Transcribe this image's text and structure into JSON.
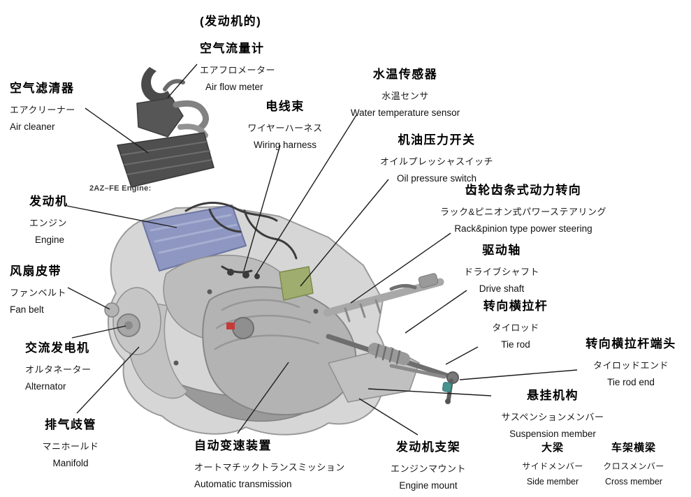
{
  "engine_caption": "2AZ–FE Engine:",
  "labels": [
    {
      "key": "air_flow_meter",
      "note": "(发动机的)",
      "zh": "空气流量计",
      "ja": "エアフロメーター",
      "en": "Air flow meter"
    },
    {
      "key": "air_cleaner",
      "zh": "空气滤清器",
      "ja": "エアクリーナー",
      "en": "Air cleaner"
    },
    {
      "key": "wiring_harness",
      "zh": "电线束",
      "ja": "ワイヤーハーネス",
      "en": "Wiring harness"
    },
    {
      "key": "water_temperature_sensor",
      "zh": "水温传感器",
      "ja": "水温センサ",
      "en": "Water temperature sensor"
    },
    {
      "key": "oil_pressure_switch",
      "zh": "机油压力开关",
      "ja": "オイルプレッシャスイッチ",
      "en": "Oil pressure switch"
    },
    {
      "key": "rack_pinion_power_steering",
      "zh": "齿轮齿条式动力转向",
      "ja": "ラック&ピニオン式パワーステアリング",
      "en": "Rack&pinion type power steering"
    },
    {
      "key": "drive_shaft",
      "zh": "驱动轴",
      "ja": "ドライブシャフト",
      "en": "Drive shaft"
    },
    {
      "key": "tie_rod",
      "zh": "转向横拉杆",
      "ja": "タイロッド",
      "en": "Tie rod"
    },
    {
      "key": "tie_rod_end",
      "zh": "转向横拉杆端头",
      "ja": "タイロッドエンド",
      "en": "Tie rod end"
    },
    {
      "key": "suspension_member",
      "zh": "悬挂机构",
      "ja": "サスペンションメンバー",
      "en": "Suspension member"
    },
    {
      "key": "side_member",
      "zh": "大梁",
      "ja": "サイドメンバー",
      "en": "Side member"
    },
    {
      "key": "cross_member",
      "zh": "车架横梁",
      "ja": "クロスメンバー",
      "en": "Cross member"
    },
    {
      "key": "engine_mount",
      "zh": "发动机支架",
      "ja": "エンジンマウント",
      "en": "Engine mount"
    },
    {
      "key": "automatic_transmission",
      "zh": "自动变速装置",
      "ja": "オートマチックトランスミッション",
      "en": "Automatic transmission"
    },
    {
      "key": "manifold",
      "zh": "排气歧管",
      "ja": "マニホールド",
      "en": "Manifold"
    },
    {
      "key": "alternator",
      "zh": "交流发电机",
      "ja": "オルタネーター",
      "en": "Alternator"
    },
    {
      "key": "fan_belt",
      "zh": "风扇皮带",
      "ja": "ファンベルト",
      "en": "Fan belt"
    },
    {
      "key": "engine",
      "zh": "发动机",
      "ja": "エンジン",
      "en": "Engine"
    }
  ],
  "colors": {
    "leader_line": "#1c1c1c",
    "engine_body": "#d6d6d6",
    "valve_cover_blue": "#8e97c1",
    "air_cleaner_dark": "#4f4f4f",
    "bracket_green": "#9fae6e",
    "tie_rod_end_teal": "#47948f"
  }
}
